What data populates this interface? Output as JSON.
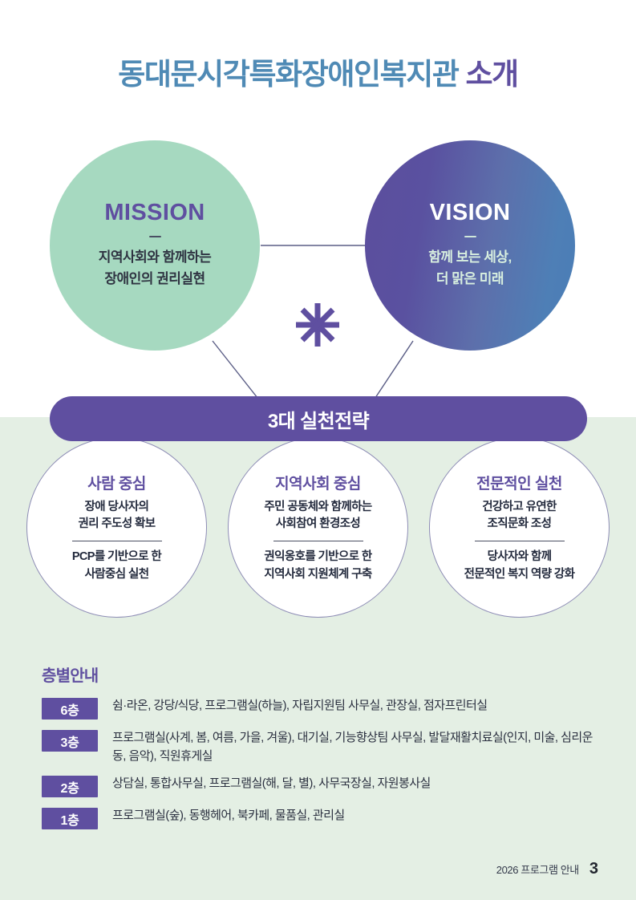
{
  "page": {
    "title_main": "동대문시각특화장애인복지관",
    "title_sub": "소개",
    "bg_mint": "#e4efe4",
    "accent_purple": "#5f4fa0",
    "accent_blue": "#4f8ab5",
    "accent_mint": "#a6d9c0"
  },
  "mission": {
    "heading": "MISSION",
    "line1": "지역사회와 함께하는",
    "line2": "장애인의 권리실현"
  },
  "vision": {
    "heading": "VISION",
    "line1": "함께 보는 세상,",
    "line2": "더 맑은 미래"
  },
  "banner": {
    "label": "3대 실천전략"
  },
  "strategies": [
    {
      "title": "사람 중심",
      "top_line1": "장애 당사자의",
      "top_line2": "권리 주도성 확보",
      "bottom_line1": "PCP를 기반으로 한",
      "bottom_line2": "사람중심 실천"
    },
    {
      "title": "지역사회 중심",
      "top_line1": "주민 공동체와 함께하는",
      "top_line2": "사회참여 환경조성",
      "bottom_line1": "권익옹호를 기반으로 한",
      "bottom_line2": "지역사회 지원체계 구축"
    },
    {
      "title": "전문적인 실천",
      "top_line1": "건강하고 유연한",
      "top_line2": "조직문화 조성",
      "bottom_line1": "당사자와 함께",
      "bottom_line2": "전문적인 복지 역량 강화"
    }
  ],
  "floors": {
    "title": "층별안내",
    "rows": [
      {
        "badge": "6층",
        "desc": "쉼·라온, 강당/식당, 프로그램실(하늘), 자립지원팀 사무실, 관장실, 점자프린터실"
      },
      {
        "badge": "3층",
        "desc": "프로그램실(사계, 봄, 여름, 가을, 겨울), 대기실, 기능향상팀 사무실, 발달재활치료실(인지, 미술, 심리운동, 음악), 직원휴게실"
      },
      {
        "badge": "2층",
        "desc": "상담실, 통합사무실, 프로그램실(해, 달, 별), 사무국장실, 자원봉사실"
      },
      {
        "badge": "1층",
        "desc": "프로그램실(숲), 동행헤어, 북카페, 물품실, 관리실"
      }
    ]
  },
  "footer": {
    "label": "2026 프로그램 안내",
    "page_number": "3"
  }
}
